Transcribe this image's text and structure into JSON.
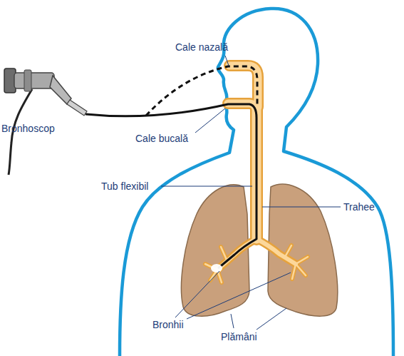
{
  "diagram": {
    "labels": [
      "Cale nazală",
      "Bronhoscop",
      "Cale bucală",
      "Tub flexibil",
      "Trahee",
      "Bronhii",
      "Plămâni"
    ]
  }
}
